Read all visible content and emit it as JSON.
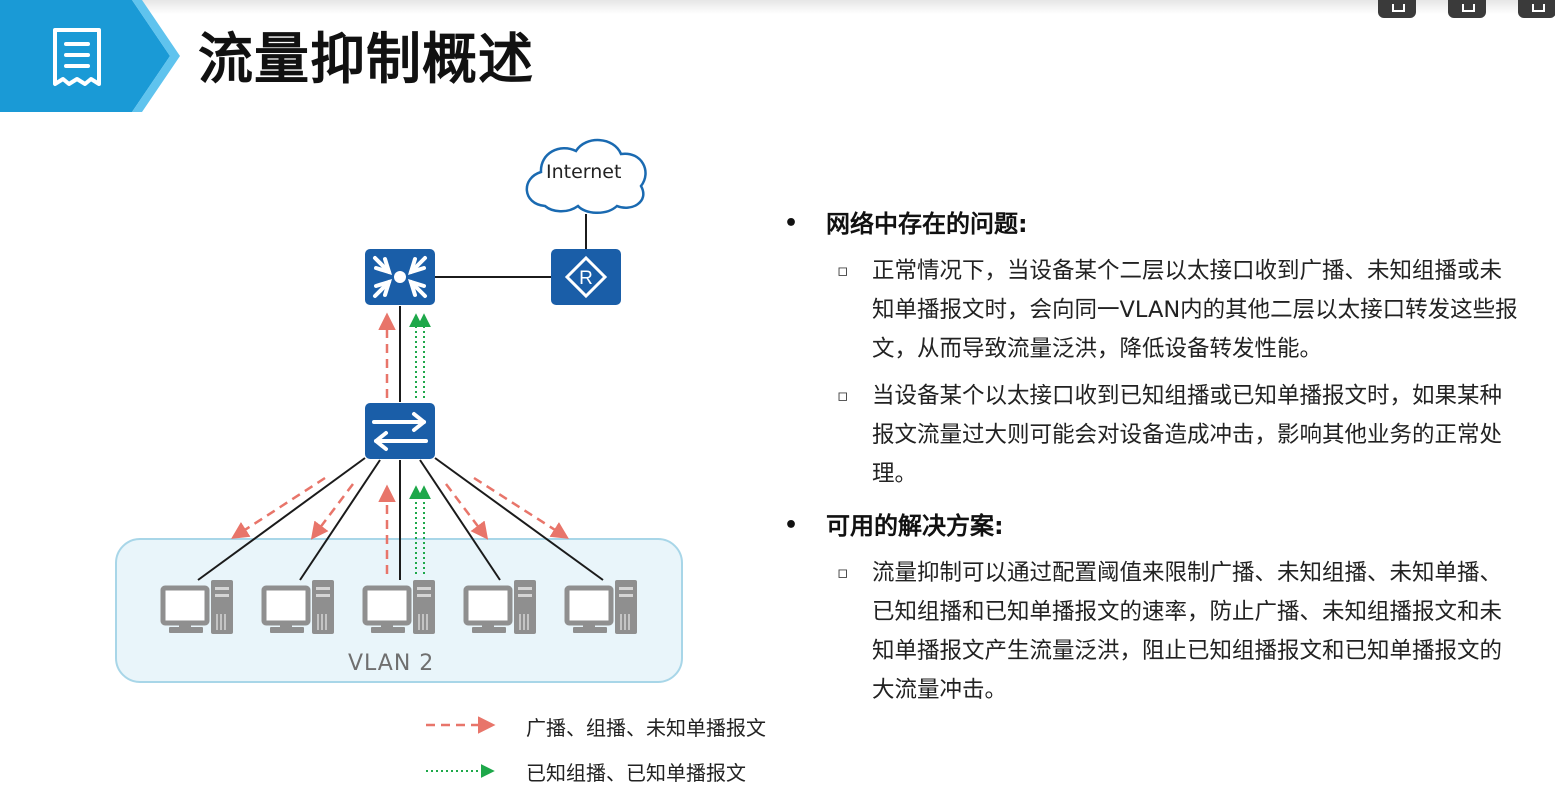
{
  "title": "流量抑制概述",
  "header_icon": "document-list-icon",
  "diagram": {
    "cloud_label": "Internet",
    "vlan_label": "VLAN 2",
    "core_switch_icon": "core-switch-icon",
    "router_icon": "router-icon",
    "access_switch_icon": "access-switch-icon",
    "pc_count": 5,
    "colors": {
      "device_blue": "#1a5ea8",
      "red_arrow": "#e8756a",
      "green_arrow": "#1ea84a",
      "vlan_fill": "#e9f5fa",
      "vlan_border": "#a8d6e8"
    }
  },
  "legend": {
    "red_dashed": "广播、组播、未知单播报文",
    "green_dotted": "已知组播、已知单播报文"
  },
  "sections": [
    {
      "heading": "网络中存在的问题:",
      "bullets": [
        "正常情况下，当设备某个二层以太接口收到广播、未知组播或未知单播报文时，会向同一VLAN内的其他二层以太接口转发这些报文，从而导致流量泛洪，降低设备转发性能。",
        "当设备某个以太接口收到已知组播或已知单播报文时，如果某种报文流量过大则可能会对设备造成冲击，影响其他业务的正常处理。"
      ]
    },
    {
      "heading": "可用的解决方案:",
      "bullets": [
        "流量抑制可以通过配置阈值来限制广播、未知组播、未知单播、已知组播和已知单播报文的速率，防止广播、未知组播报文和未知单播报文产生流量泛洪，阻止已知组播报文和已知单播报文的大流量冲击。"
      ]
    }
  ]
}
